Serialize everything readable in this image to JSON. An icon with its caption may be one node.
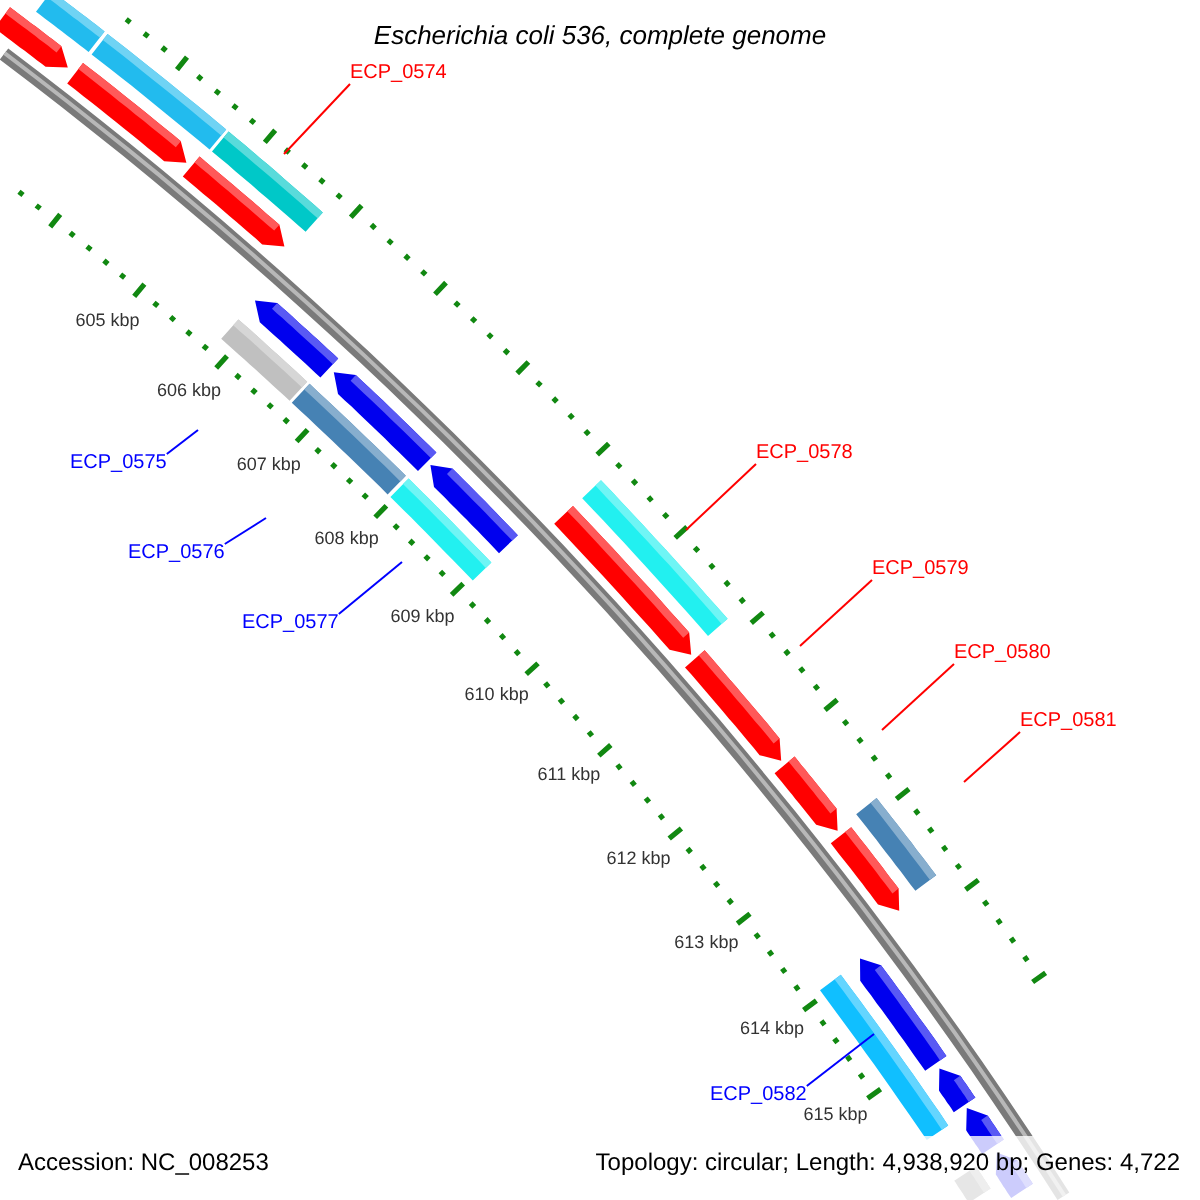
{
  "diagram": {
    "title": "Escherichia coli 536, complete genome",
    "nodes": [
      {
        "text": [
          "ECP_0574"
        ]
      },
      {
        "text": [
          "ECP_0578"
        ]
      },
      {
        "text": [
          "ECP_0575"
        ]
      },
      {
        "text": [
          "ECP_0576"
        ]
      },
      {
        "text": [
          "ECP_0579"
        ]
      },
      {
        "text": [
          "ECP_0577"
        ]
      },
      {
        "text": [
          "ECP_0580"
        ]
      },
      {
        "text": [
          "ECP_0581"
        ]
      },
      {
        "text": [
          "ECP_0582"
        ]
      }
    ],
    "edges": [
      {
        "from": 0,
        "to": null,
        "arrow": "none"
      },
      {
        "from": 1,
        "to": null,
        "arrow": "none"
      },
      {
        "from": 2,
        "to": null,
        "arrow": "none",
        "color": "#0000ff"
      },
      {
        "from": 3,
        "to": null,
        "arrow": "none",
        "color": "#0000ff"
      },
      {
        "from": 4,
        "to": null,
        "arrow": "none"
      },
      {
        "from": 5,
        "to": null,
        "arrow": "none",
        "color": "#0000ff"
      },
      {
        "from": 6,
        "to": null,
        "arrow": "none"
      },
      {
        "from": 7,
        "to": null,
        "arrow": "none"
      },
      {
        "from": 8,
        "to": null,
        "arrow": "none",
        "color": "#0000ff"
      }
    ],
    "labels": [
      "605 kbp",
      "606 kbp",
      "607 kbp",
      "608 kbp",
      "609 kbp",
      "610 kbp",
      "611 kbp",
      "612 kbp",
      "613 kbp",
      "614 kbp",
      "615 kbp",
      "Accession: NC_008253",
      "Topology: circular; Length: 4,938,920 bp; Genes: 4,722"
    ]
  }
}
